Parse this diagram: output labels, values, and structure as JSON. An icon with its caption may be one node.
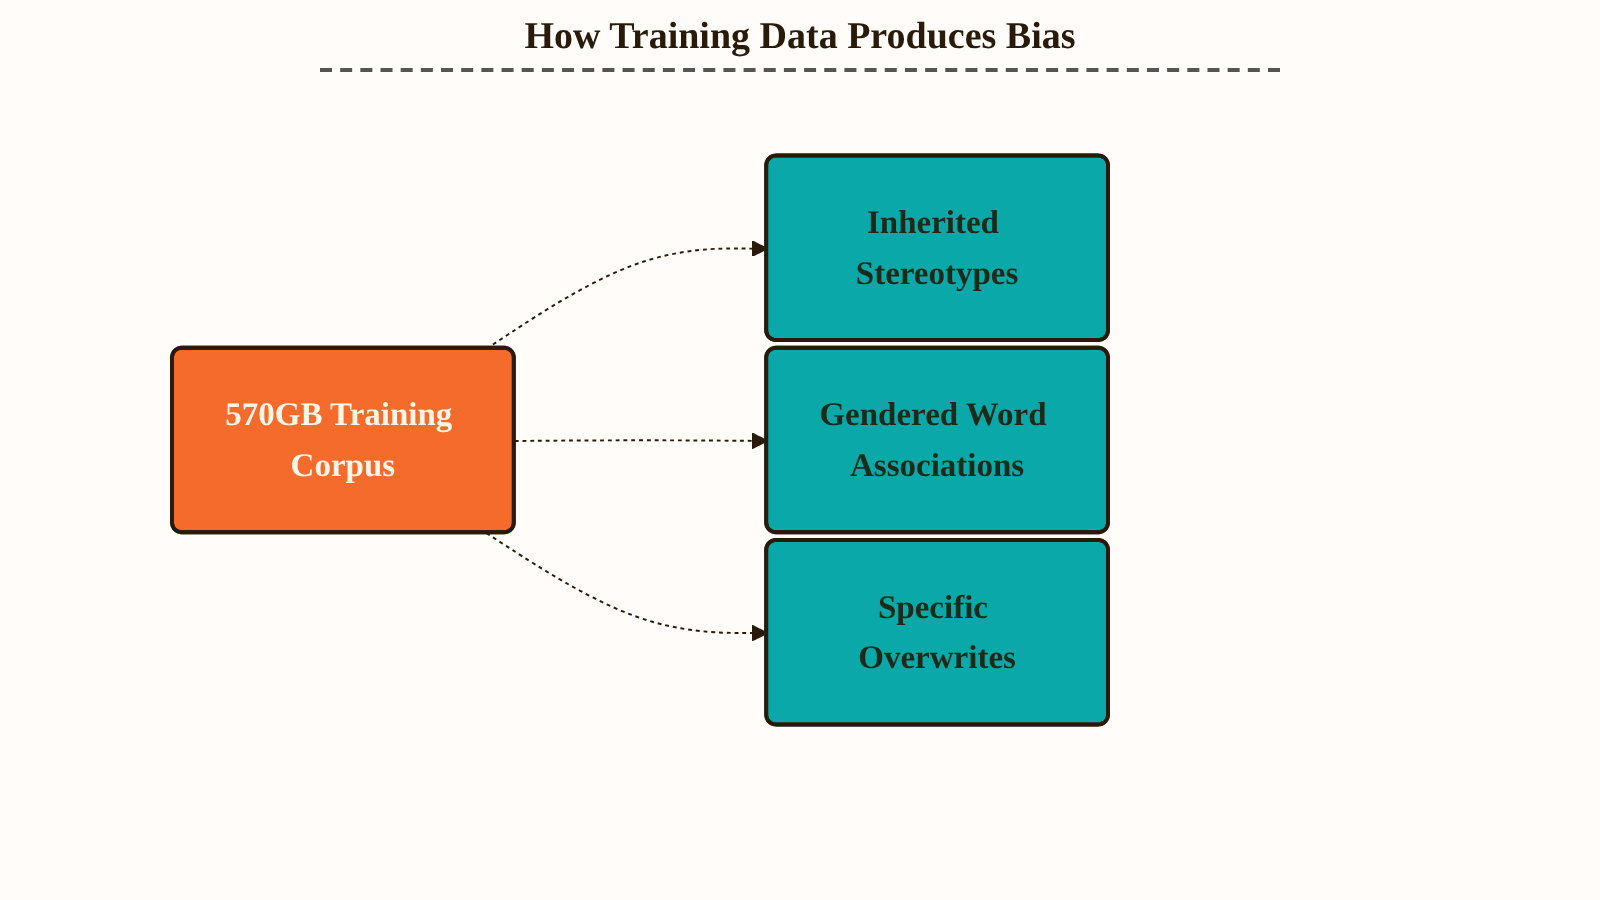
{
  "diagram": {
    "title": "How Training Data Produces Bias",
    "nodes": [
      {
        "text": [
          "570GB Training Corpus"
        ]
      },
      {
        "text": [
          "Inherited Stereotypes"
        ]
      },
      {
        "text": [
          "Gendered Word Associations"
        ]
      },
      {
        "text": [
          "Specific Overwrites"
        ]
      }
    ],
    "edges": [
      {
        "from": 0,
        "to": 1,
        "arrow": "to",
        "style": "dashed"
      },
      {
        "from": 0,
        "to": 2,
        "arrow": "to",
        "style": "dashed"
      },
      {
        "from": 0,
        "to": 3,
        "arrow": "to",
        "style": "dashed"
      }
    ]
  }
}
